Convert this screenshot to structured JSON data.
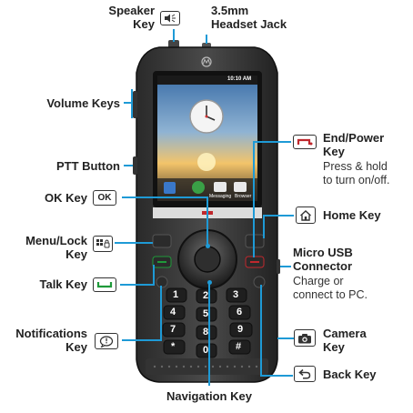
{
  "labels": {
    "speaker_key": "Speaker\nKey",
    "headset_jack": "3.5mm\nHeadset Jack",
    "volume_keys": "Volume Keys",
    "end_power_key": "End/Power\nKey",
    "end_power_desc": "Press & hold\nto turn on/off.",
    "ptt_button": "PTT Button",
    "ok_key": "OK Key",
    "ok_badge": "OK",
    "home_key": "Home Key",
    "menu_lock_key": "Menu/Lock\nKey",
    "micro_usb": "Micro USB\nConnector",
    "micro_usb_desc": "Charge or\nconnect to PC.",
    "talk_key": "Talk Key",
    "notifications_key": "Notifications\nKey",
    "camera_key": "Camera\nKey",
    "back_key": "Back Key",
    "navigation_key": "Navigation Key"
  },
  "phone": {
    "status_time": "10:10 AM",
    "screen_labels": [
      "Messaging",
      "Browser"
    ],
    "keypad": [
      "1",
      "2",
      "3",
      "4",
      "5",
      "6",
      "7",
      "8",
      "9",
      "*",
      "0",
      "#"
    ]
  },
  "colors": {
    "leader": "#1e9ad6",
    "end_key": "#c0282d",
    "talk_key": "#1f9a3a"
  }
}
